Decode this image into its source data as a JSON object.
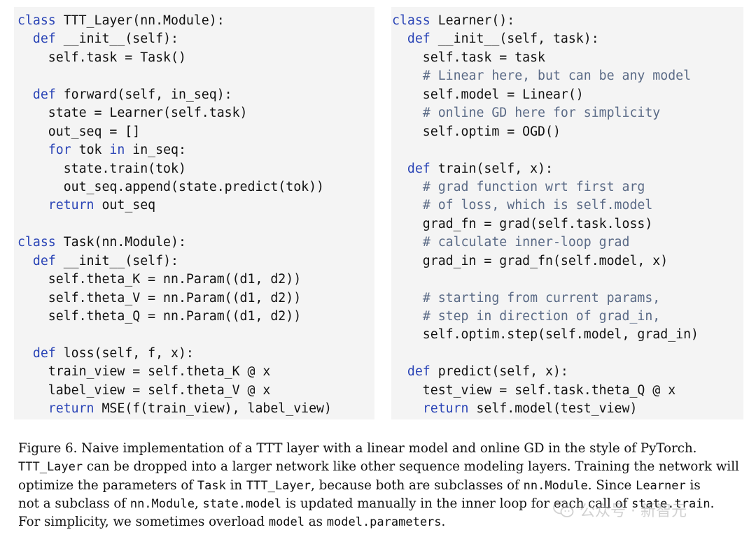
{
  "left_code": [
    [
      [
        "kw",
        "class"
      ],
      [
        "tx",
        " TTT_Layer(nn.Module):"
      ]
    ],
    [
      [
        "tx",
        "  "
      ],
      [
        "kw",
        "def"
      ],
      [
        "tx",
        " __init__(self):"
      ]
    ],
    [
      [
        "tx",
        "    self.task = Task()"
      ]
    ],
    [
      [
        "tx",
        ""
      ]
    ],
    [
      [
        "tx",
        "  "
      ],
      [
        "kw",
        "def"
      ],
      [
        "tx",
        " forward(self, in_seq):"
      ]
    ],
    [
      [
        "tx",
        "    state = Learner(self.task)"
      ]
    ],
    [
      [
        "tx",
        "    out_seq = []"
      ]
    ],
    [
      [
        "tx",
        "    "
      ],
      [
        "kw",
        "for"
      ],
      [
        "tx",
        " tok "
      ],
      [
        "kw",
        "in"
      ],
      [
        "tx",
        " in_seq:"
      ]
    ],
    [
      [
        "tx",
        "      state.train(tok)"
      ]
    ],
    [
      [
        "tx",
        "      out_seq.append(state.predict(tok))"
      ]
    ],
    [
      [
        "tx",
        "    "
      ],
      [
        "kw",
        "return"
      ],
      [
        "tx",
        " out_seq"
      ]
    ],
    [
      [
        "tx",
        ""
      ]
    ],
    [
      [
        "kw",
        "class"
      ],
      [
        "tx",
        " Task(nn.Module):"
      ]
    ],
    [
      [
        "tx",
        "  "
      ],
      [
        "kw",
        "def"
      ],
      [
        "tx",
        " __init__(self):"
      ]
    ],
    [
      [
        "tx",
        "    self.theta_K = nn.Param((d1, d2))"
      ]
    ],
    [
      [
        "tx",
        "    self.theta_V = nn.Param((d1, d2))"
      ]
    ],
    [
      [
        "tx",
        "    self.theta_Q = nn.Param((d1, d2))"
      ]
    ],
    [
      [
        "tx",
        ""
      ]
    ],
    [
      [
        "tx",
        "  "
      ],
      [
        "kw",
        "def"
      ],
      [
        "tx",
        " loss(self, f, x):"
      ]
    ],
    [
      [
        "tx",
        "    train_view = self.theta_K @ x"
      ]
    ],
    [
      [
        "tx",
        "    label_view = self.theta_V @ x"
      ]
    ],
    [
      [
        "tx",
        "    "
      ],
      [
        "kw",
        "return"
      ],
      [
        "tx",
        " MSE(f(train_view), label_view)"
      ]
    ]
  ],
  "right_code": [
    [
      [
        "kw",
        "class"
      ],
      [
        "tx",
        " Learner():"
      ]
    ],
    [
      [
        "tx",
        "  "
      ],
      [
        "kw",
        "def"
      ],
      [
        "tx",
        " __init__(self, task):"
      ]
    ],
    [
      [
        "tx",
        "    self.task = task"
      ]
    ],
    [
      [
        "tx",
        "    "
      ],
      [
        "cm",
        "# Linear here, but can be any model"
      ]
    ],
    [
      [
        "tx",
        "    self.model = Linear()"
      ]
    ],
    [
      [
        "tx",
        "    "
      ],
      [
        "cm",
        "# online GD here for simplicity"
      ]
    ],
    [
      [
        "tx",
        "    self.optim = OGD()"
      ]
    ],
    [
      [
        "tx",
        ""
      ]
    ],
    [
      [
        "tx",
        "  "
      ],
      [
        "kw",
        "def"
      ],
      [
        "tx",
        " train(self, x):"
      ]
    ],
    [
      [
        "tx",
        "    "
      ],
      [
        "cm",
        "# grad function wrt first arg"
      ]
    ],
    [
      [
        "tx",
        "    "
      ],
      [
        "cm",
        "# of loss, which is self.model"
      ]
    ],
    [
      [
        "tx",
        "    grad_fn = grad(self.task.loss)"
      ]
    ],
    [
      [
        "tx",
        "    "
      ],
      [
        "cm",
        "# calculate inner-loop grad"
      ]
    ],
    [
      [
        "tx",
        "    grad_in = grad_fn(self.model, x)"
      ]
    ],
    [
      [
        "tx",
        ""
      ]
    ],
    [
      [
        "tx",
        "    "
      ],
      [
        "cm",
        "# starting from current params,"
      ]
    ],
    [
      [
        "tx",
        "    "
      ],
      [
        "cm",
        "# step in direction of grad_in,"
      ]
    ],
    [
      [
        "tx",
        "    self.optim.step(self.model, grad_in)"
      ]
    ],
    [
      [
        "tx",
        ""
      ]
    ],
    [
      [
        "tx",
        "  "
      ],
      [
        "kw",
        "def"
      ],
      [
        "tx",
        " predict(self, x):"
      ]
    ],
    [
      [
        "tx",
        "    test_view = self.task.theta_Q @ x"
      ]
    ],
    [
      [
        "tx",
        "    "
      ],
      [
        "kw",
        "return"
      ],
      [
        "tx",
        " self.model(test_view)"
      ]
    ]
  ],
  "caption": [
    [
      [
        "t",
        "Figure 6. Naive implementation of a TTT layer with a linear model and online GD in the style of PyTorch."
      ]
    ],
    [
      [
        "m",
        "TTT_Layer"
      ],
      [
        "t",
        " can be dropped into a larger network like other sequence modeling layers. Training the network will"
      ]
    ],
    [
      [
        "t",
        "optimize the parameters of "
      ],
      [
        "m",
        "Task"
      ],
      [
        "t",
        " in "
      ],
      [
        "m",
        "TTT_Layer"
      ],
      [
        "t",
        ", because both are subclasses of "
      ],
      [
        "m",
        "nn.Module"
      ],
      [
        "t",
        ". Since "
      ],
      [
        "m",
        "Learner"
      ],
      [
        "t",
        " is"
      ]
    ],
    [
      [
        "t",
        "not a subclass of "
      ],
      [
        "m",
        "nn.Module"
      ],
      [
        "t",
        ", "
      ],
      [
        "m",
        "state.model"
      ],
      [
        "t",
        " is updated manually in the inner loop for each call of "
      ],
      [
        "m",
        "state.train"
      ],
      [
        "t",
        "."
      ]
    ],
    [
      [
        "t",
        "For simplicity, we sometimes overload "
      ],
      [
        "m",
        "model"
      ],
      [
        "t",
        " as "
      ],
      [
        "m",
        "model.parameters"
      ],
      [
        "t",
        "."
      ]
    ]
  ],
  "watermark": {
    "icon": "wechat-icon",
    "text": "公众号 · 新智元"
  },
  "colors": {
    "keyword": "#2a44b6",
    "comment": "#5a6a86",
    "code_background": "#f4f4f4"
  }
}
